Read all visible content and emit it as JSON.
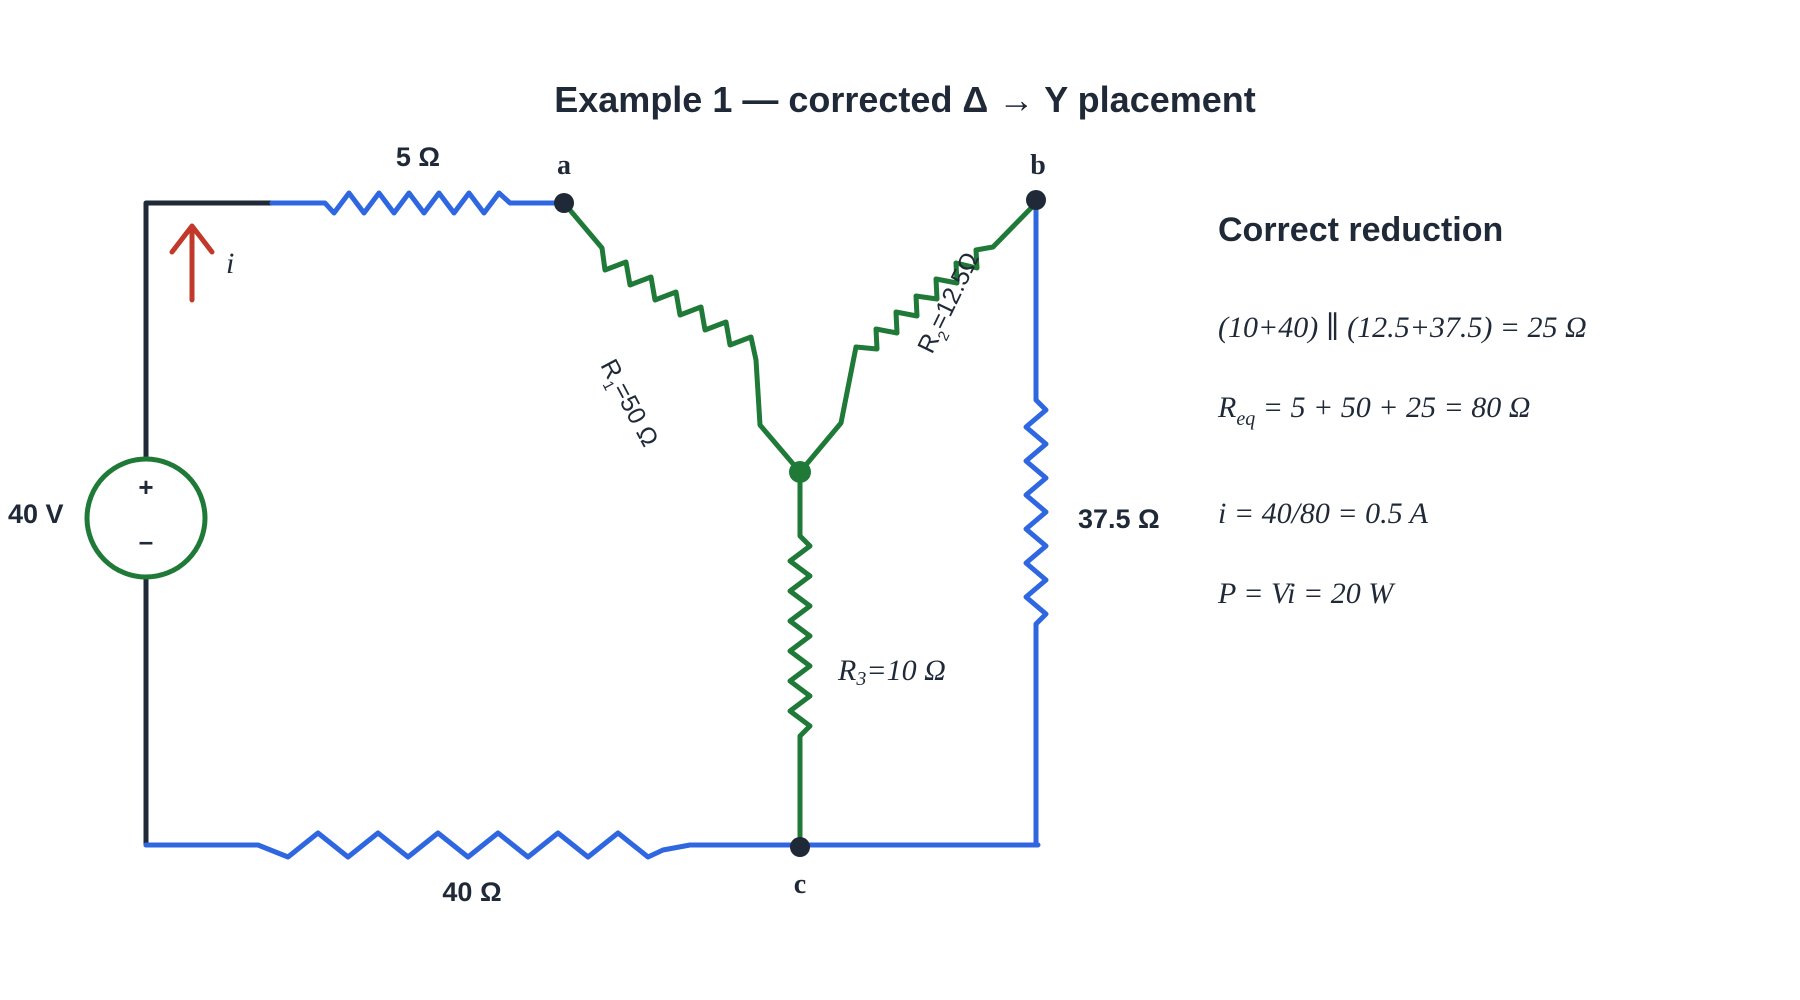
{
  "title": "Example 1 — corrected Δ → Y placement",
  "colors": {
    "blue": "#2f67e0",
    "green": "#1f7a38",
    "dark": "#1f2937",
    "red": "#c0392b"
  },
  "source": {
    "voltage_label": "40 V",
    "plus": "+",
    "minus": "–"
  },
  "current_label": "i",
  "nodes": {
    "a": "a",
    "b": "b",
    "c": "c"
  },
  "resistors": {
    "top": "5 Ω",
    "bottom": "40 Ω",
    "right": "37.5 Ω",
    "r1": {
      "name": "R",
      "sub": "1",
      "value": "=50 Ω"
    },
    "r2": {
      "name": "R",
      "sub": "2",
      "value": "=12.5Ω"
    },
    "r3": {
      "name": "R",
      "sub": "3",
      "value": "=10 Ω"
    }
  },
  "reduction": {
    "heading": "Correct reduction",
    "parallel": "(10+40) ∥ (12.5+37.5) = 25 Ω",
    "req_symbol": "R",
    "req_sub": "eq",
    "req_rest": " = 5 + 50 + 25 = 80 Ω",
    "current": "i = 40/80 = 0.5 A",
    "power": "P = Vi = 20 W"
  }
}
